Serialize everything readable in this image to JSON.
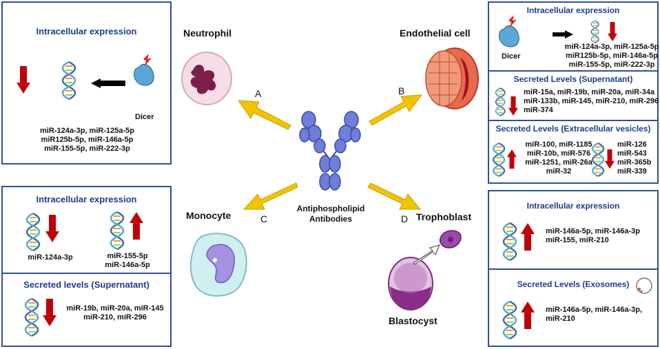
{
  "panels": {
    "neutrophil": {
      "title": "Intracellular expression",
      "dicer": "Dicer",
      "mirnas": "miR-124a-3p, miR-125a-5p\nmiR125b-5p, miR-146a-5p\nmiR-155-5p, miR-222-3p"
    },
    "endothelial": {
      "intra_title": "Intracellular expression",
      "dicer": "Dicer",
      "intra_mirnas": "miR-124a-3p, miR-125a-5p\nmiR125b-5p, miR-146a-5p\nmiR-155-5p, miR-222-3p",
      "sec_title": "Secreted Levels (Supernatant)",
      "sec_mirnas": "miR-15a, miR-19b, miR-20a, miR-34a\nmiR-133b, miR-145, miR-210, miR-296\nmiR-374",
      "ev_title": "Secreted Levels (Extracellular vesicles)",
      "ev_up": "miR-100, miR-1185\nmiR-10b, miR-576\nmiR-1251, miR-26a\nmiR-32",
      "ev_down": "miR-126\nmiR-543\nmiR-365b\nmiR-339"
    },
    "monocyte": {
      "intra_title": "Intracellular expression",
      "down": "miR-124a-3p",
      "up": "miR-155-5p\nmiR-146a-5p",
      "sec_title": "Secreted levels (Supernatant)",
      "sec_mirnas": "miR-19b, miR-20a, miR-145\nmiR-210, miR-296"
    },
    "trophoblast": {
      "intra_title": "Intracellular expression",
      "intra_mirnas": "miR-146a-5p, miR-146a-3p\nmiR-155, miR-210",
      "sec_title": "Secreted Levels (Exosomes)",
      "sec_mirnas": "miR-146a-5p, miR-146a-3p,\nmiR-210"
    }
  },
  "cells": {
    "neutrophil": "Neutrophil",
    "endothelial": "Endothelial cell",
    "monocyte": "Monocyte",
    "trophoblast": "Trophoblast",
    "blastocyst": "Blastocyst"
  },
  "letters": {
    "a": "A",
    "b": "B",
    "c": "C",
    "d": "D"
  },
  "center_label": "Antiphospholipid\nAntibodies",
  "colors": {
    "border": "#2f4f8f",
    "title": "#1f3b8f",
    "arrow_red": "#c0000b",
    "arrow_yellow": "#f2c400",
    "antibody": "#6f7ed8"
  }
}
